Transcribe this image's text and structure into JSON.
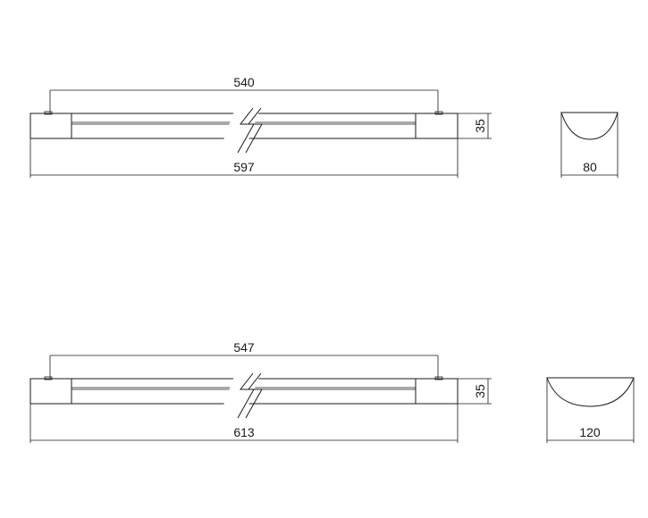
{
  "drawings": [
    {
      "name": "fixture-short",
      "dim_inner_length": "540",
      "dim_overall_length": "597",
      "dim_height": "35",
      "dim_end_width": "80"
    },
    {
      "name": "fixture-long",
      "dim_inner_length": "547",
      "dim_overall_length": "613",
      "dim_height": "35",
      "dim_end_width": "120"
    }
  ]
}
